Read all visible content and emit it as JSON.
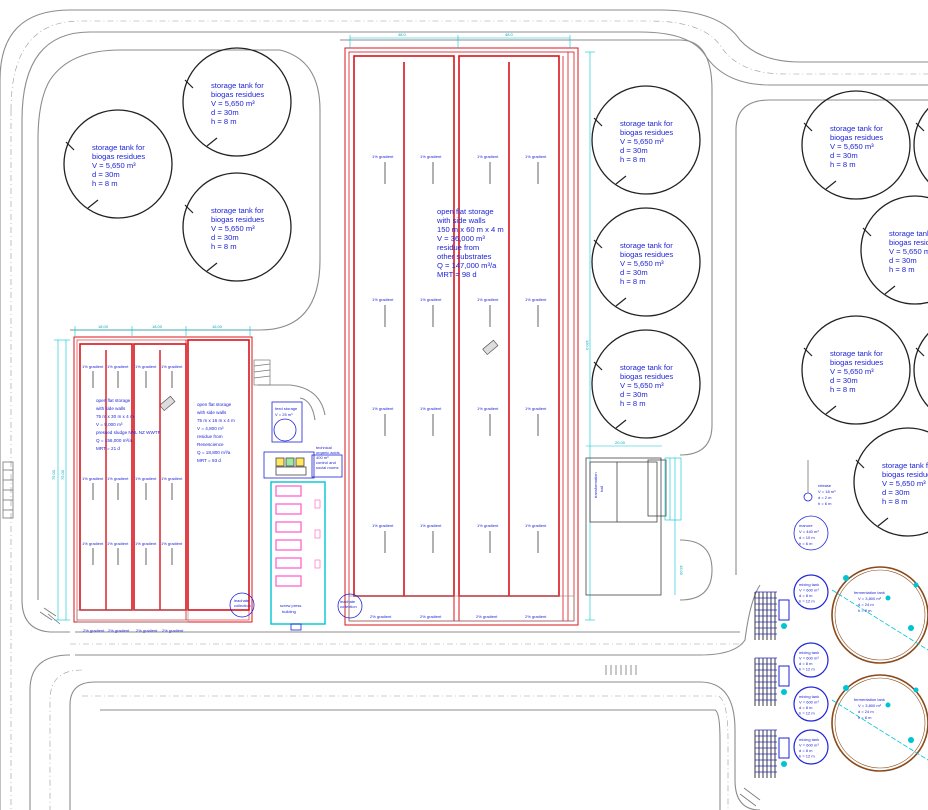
{
  "storage_tank": {
    "l1": "storage tank for",
    "l2": "biogas residues",
    "l3": "V = 5,650 m³",
    "l4": "d = 30m",
    "l5": "h = 8 m"
  },
  "big_storage": {
    "l1": "open flat storage",
    "l2": "with side walls",
    "l3": "150 m x 60 m x 4 m",
    "l4": "V = 36,000 m³",
    "l5": "residue from",
    "l6": "other substrates",
    "l7": "Q = 147,000 m³/a",
    "l8": "MRT = 98 d"
  },
  "mid_storage": {
    "l1": "open flat storage",
    "l2": "with side walls",
    "l3": "75 m x 30 m x 4 m",
    "l4": "V = 9,000 m³",
    "l5": "pressed sludge NNL NZ WWTP",
    "l6": "Q = 156,000 m³/a",
    "l7": "MRT = 21 d"
  },
  "small_storage": {
    "l1": "open flat storage",
    "l2": "with side walls",
    "l3": "75 m x 16 m x 4 m",
    "l4": "V = 4,800 m³",
    "l5": "residue from",
    "l6": "Renescience",
    "l7": "Q = 18,800 m³/a",
    "l8": "MRT = 93 d"
  },
  "gradient": "1% gradient",
  "gradient2": "2% gradient",
  "screw_press": {
    "l1": "screw press",
    "l2": "building"
  },
  "leachate_tank": {
    "l1": "leachate",
    "l2": "collection"
  },
  "polymer": {
    "l1": "technical",
    "l2": "organic acids",
    "l3": "400 m³",
    "l4": "control and",
    "l5": "social rooms"
  },
  "feed": {
    "l1": "feed storage",
    "l2": "V = 25 m³"
  },
  "hall": {
    "l1": "transformation",
    "l2": "hall"
  },
  "dims": {
    "top1": "48.0",
    "top2": "48.0",
    "side": "150.0",
    "w1": "18.00",
    "w2": "18.00",
    "w3": "16.00",
    "h1": "75.00",
    "h2": "75.00",
    "d20": "20.00",
    "d30": "15.00"
  },
  "release": {
    "l1": "release",
    "l2": "V = 18 m³",
    "l3": "d = 2 m",
    "l4": "h = 6 m"
  },
  "manure": {
    "l1": "manure",
    "l2": "V = 440 m³",
    "l3": "d = 10 m",
    "l4": "h = 6 m"
  },
  "mixing": {
    "l1": "mixing tank",
    "l2": "V = 600 m³",
    "l3": "d = 8 m",
    "l4": "h = 12 m"
  },
  "fermentation": {
    "l1": "fermentation tank",
    "l2": "V = 3,800 m³",
    "l3": "d = 24 m",
    "l4": "h = 8 m"
  },
  "colors": {
    "wall": "#d8141c",
    "text": "#1f24d6",
    "cyan": "#00c4d2",
    "magenta": "#ff6fd0",
    "road": "#9a9a9a"
  }
}
